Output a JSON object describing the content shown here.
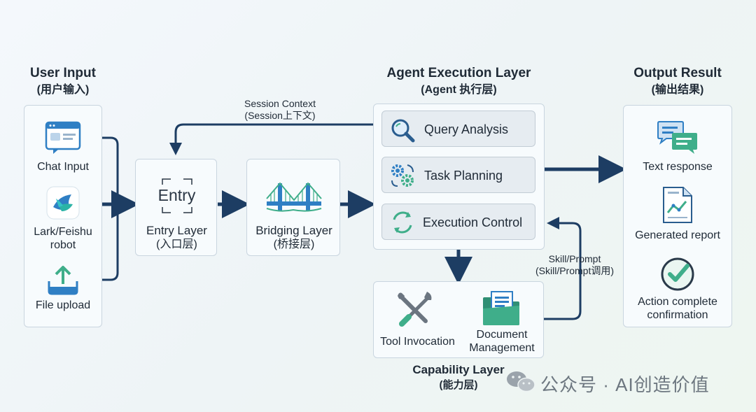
{
  "user_input": {
    "title": "User Input",
    "title_cn": "(用户输入)",
    "items": [
      {
        "label": "Chat Input",
        "icon": "chat-window-icon"
      },
      {
        "label": "Lark/Feishu\nrobot",
        "icon": "lark-bird-icon"
      },
      {
        "label": "File upload",
        "icon": "upload-icon"
      }
    ]
  },
  "entry_layer": {
    "logo": "Entry",
    "label": "Entry Layer",
    "label_cn": "(入口层)"
  },
  "bridging_layer": {
    "label": "Bridging Layer",
    "label_cn": "(桥接层)"
  },
  "session_context": {
    "label": "Session Context",
    "label_cn": "(Session上下文)"
  },
  "agent_execution": {
    "title": "Agent Execution Layer",
    "title_cn": "(Agent 执行层)",
    "steps": [
      {
        "label": "Query Analysis",
        "icon": "magnifier-icon"
      },
      {
        "label": "Task Planning",
        "icon": "gears-icon"
      },
      {
        "label": "Execution Control",
        "icon": "cycle-arrows-icon"
      }
    ]
  },
  "skill_prompt": {
    "label": "Skill/Prompt",
    "label_cn": "(Skill/Prompt调用)"
  },
  "capability_layer": {
    "title": "Capability Layer",
    "title_cn": "(能力层)",
    "items": [
      {
        "label": "Tool Invocation",
        "icon": "tools-icon"
      },
      {
        "label": "Document\nManagement",
        "icon": "folder-icon"
      }
    ]
  },
  "output_result": {
    "title": "Output Result",
    "title_cn": "(输出结果)",
    "items": [
      {
        "label": "Text response",
        "icon": "chat-bubbles-icon"
      },
      {
        "label": "Generated report",
        "icon": "report-icon"
      },
      {
        "label": "Action complete\nconfirmation",
        "icon": "check-circle-icon"
      }
    ]
  },
  "watermark": {
    "text": "公众号 · AI创造价值",
    "icon": "wechat-icon"
  },
  "colors": {
    "arrow": "#1d3d63",
    "accent_blue": "#2f7fc4",
    "accent_green": "#3fae8a",
    "panel_border": "#c9d5df"
  }
}
